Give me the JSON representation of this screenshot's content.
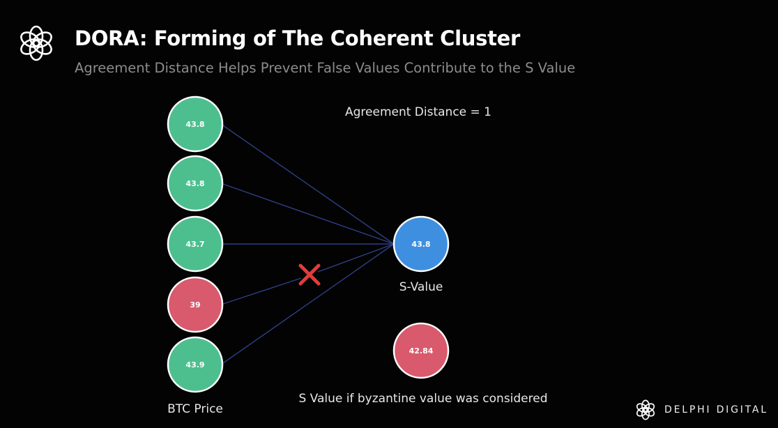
{
  "header": {
    "title": "DORA: Forming of The Coherent Cluster",
    "subtitle": "Agreement Distance Helps Prevent False Values Contribute to the S Value"
  },
  "diagram": {
    "agreement_label": "Agreement Distance = 1",
    "inputs_caption": "BTC Price",
    "inputs": [
      {
        "value": "43.8",
        "status": "accepted"
      },
      {
        "value": "43.8",
        "status": "accepted"
      },
      {
        "value": "43.7",
        "status": "accepted"
      },
      {
        "value": "39",
        "status": "rejected"
      },
      {
        "value": "43.9",
        "status": "accepted"
      }
    ],
    "output": {
      "value": "43.8",
      "caption": "S-Value"
    },
    "byzantine": {
      "value": "42.84",
      "caption": "S Value if byzantine value was considered"
    },
    "colors": {
      "accepted": "#4dbf8f",
      "rejected": "#d95a6c",
      "output": "#3f8fe0",
      "line": "#2d3f86",
      "cross": "#e23b3b"
    }
  },
  "brand": {
    "name": "DELPHI DIGITAL"
  }
}
